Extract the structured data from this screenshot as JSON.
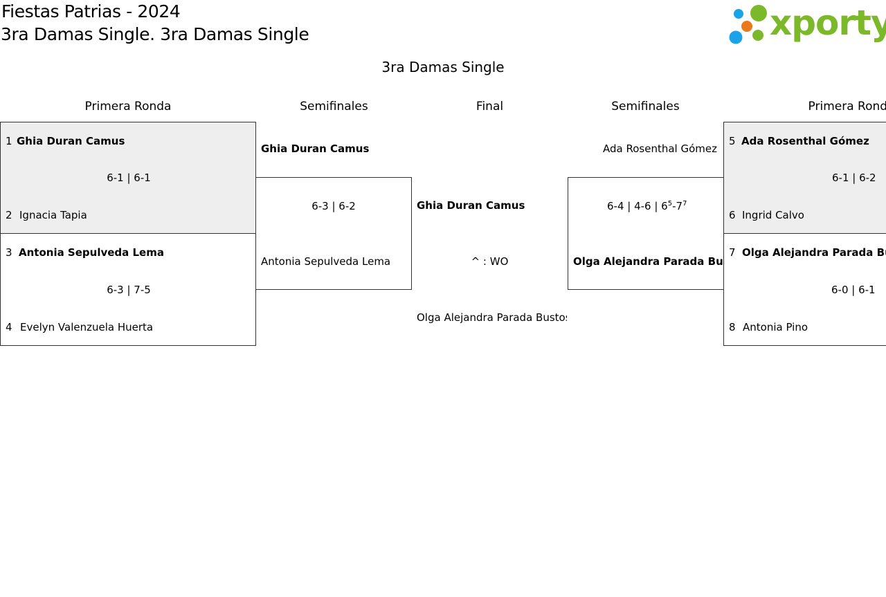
{
  "header": {
    "event_title": "Fiestas Patrias - 2024",
    "category_title": "3ra Damas Single. 3ra Damas Single",
    "logo_text": "xporty",
    "logo_colors": [
      "#1aa3e8",
      "#e87a1a",
      "#7cb92a"
    ]
  },
  "draw_title": "3ra Damas Single",
  "columns": {
    "left_round1": "Primera Ronda",
    "left_semis": "Semifinales",
    "final": "Final",
    "right_semis": "Semifinales",
    "right_round1": "Primera Ronda"
  },
  "left_round1": [
    {
      "top_seed": "1",
      "top_player": "Ghia Duran Camus",
      "score": "6-1 | 6-1",
      "bottom_seed": "2",
      "bottom_player": "Ignacia Tapia"
    },
    {
      "top_seed": "3",
      "top_player": "Antonia Sepulveda Lema",
      "score": "6-3 | 7-5",
      "bottom_seed": "4",
      "bottom_player": "Evelyn Valenzuela Huerta"
    }
  ],
  "left_semis": {
    "top_player": "Ghia Duran Camus",
    "score": "6-3 | 6-2",
    "bottom_player": "Antonia Sepulveda Lema"
  },
  "final": {
    "top_player": "Ghia Duran Camus",
    "result": "^ : WO",
    "bottom_player": "Olga Alejandra Parada Bustos"
  },
  "right_semis": {
    "top_player": "Ada Rosenthal Gómez",
    "score_prefix": "6-4 | 4-6 | 6",
    "tb1": "5",
    "score_mid": "-7",
    "tb2": "7",
    "bottom_player": "Olga Alejandra Parada Bustos"
  },
  "right_round1": [
    {
      "top_seed": "5",
      "top_player": "Ada Rosenthal Gómez",
      "score": "6-1 | 6-2",
      "bottom_seed": "6",
      "bottom_player": "Ingrid Calvo"
    },
    {
      "top_seed": "7",
      "top_player": "Olga Alejandra Parada Bustos",
      "score": "6-0 | 6-1",
      "bottom_seed": "8",
      "bottom_player": "Antonia Pino"
    }
  ]
}
